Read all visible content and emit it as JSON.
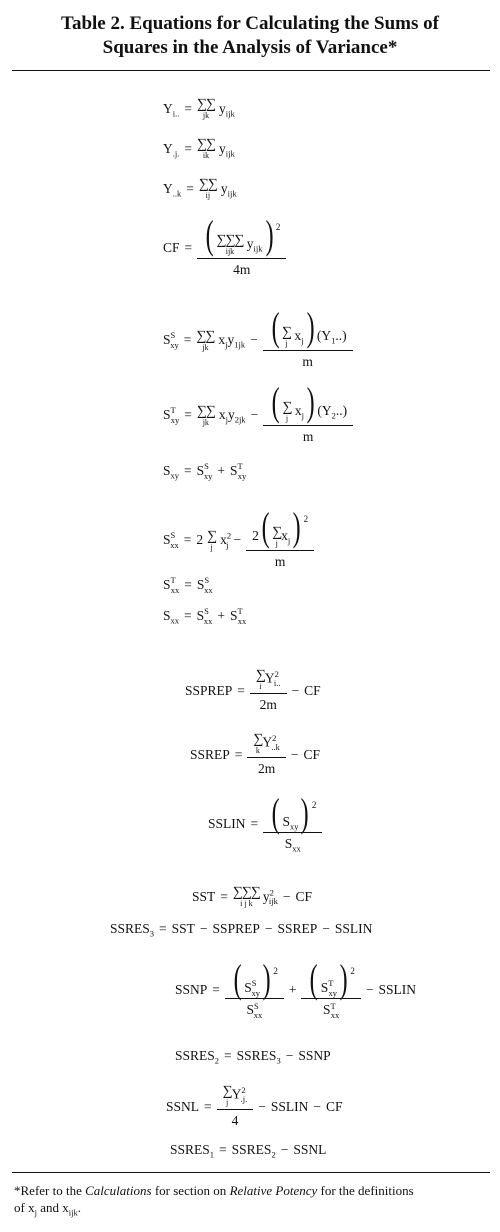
{
  "title": {
    "line1": "Table 2. Equations for Calculating the Sums of",
    "line2": "Squares in the Analysis of Variance*"
  },
  "labels": {
    "Yi": "Y",
    "Yj": "Y",
    "Yk": "Y",
    "CF": "CF",
    "SSPREP": "SSPREP",
    "SSREP": "SSREP",
    "SSLIN": "SSLIN",
    "SST": "SST",
    "SSRES3": "SSRES",
    "SSNP": "SSNP",
    "SSRES2": "SSRES",
    "SSNL": "SSNL",
    "SSRES1": "SSRES"
  },
  "constants": {
    "four_m": "4m",
    "two_m": "2m",
    "m": "m",
    "four": "4",
    "two": "2"
  },
  "footnote": {
    "prefix": "*Refer to the ",
    "calc": "Calculations",
    "middle": " for section on ",
    "potency": "Relative Potency",
    "suffix": " for the definitions",
    "line2a": "of x",
    "line2b": " and x",
    "line2c": "."
  }
}
